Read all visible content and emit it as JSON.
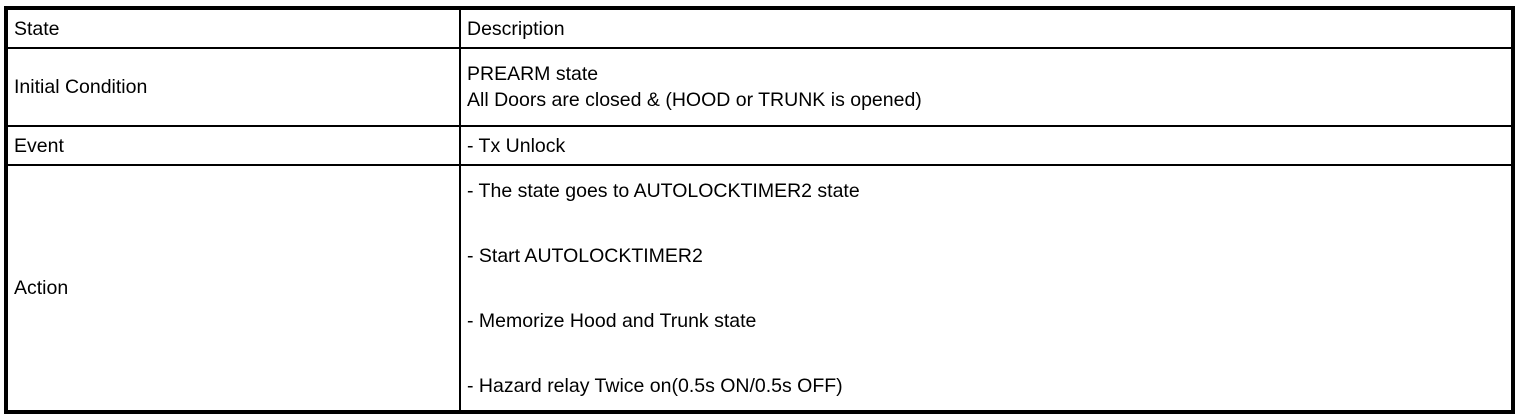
{
  "table": {
    "columns": [
      {
        "label": "State"
      },
      {
        "label": "Description"
      }
    ],
    "rows": [
      {
        "state": "Initial Condition",
        "description_lines": [
          "PREARM state",
          "All Doors are closed & (HOOD or TRUNK is opened)"
        ]
      },
      {
        "state": "Event",
        "description_lines": [
          "- Tx Unlock"
        ]
      },
      {
        "state": "Action",
        "description_lines": [
          "- The state goes to AUTOLOCKTIMER2 state",
          "- Start AUTOLOCKTIMER2",
          "- Memorize Hood and Trunk state",
          "- Hazard relay Twice on(0.5s ON/0.5s OFF)"
        ]
      }
    ]
  }
}
